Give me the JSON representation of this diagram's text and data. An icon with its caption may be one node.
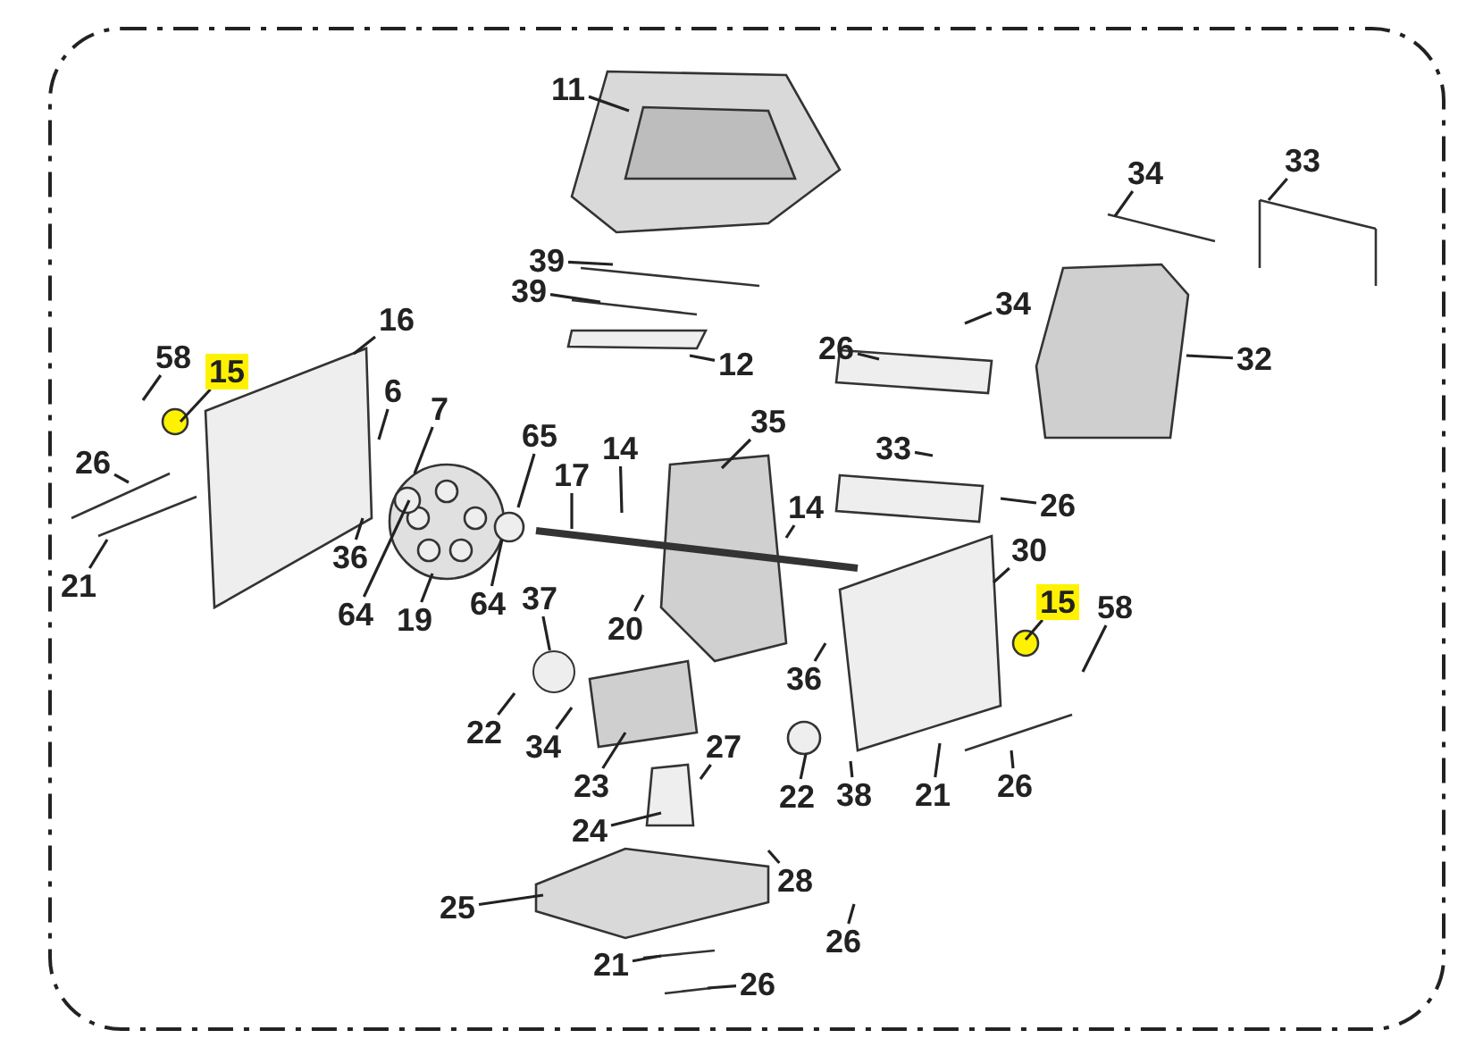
{
  "diagram": {
    "nodes": [
      {
        "text": [
          "11"
        ]
      },
      {
        "text": [
          "34"
        ]
      },
      {
        "text": [
          "33"
        ]
      },
      {
        "text": [
          "39"
        ]
      },
      {
        "text": [
          "39"
        ]
      },
      {
        "text": [
          "16"
        ]
      },
      {
        "text": [
          "58"
        ]
      },
      {
        "text": [
          "15"
        ]
      },
      {
        "text": [
          "34"
        ]
      },
      {
        "text": [
          "26"
        ]
      },
      {
        "text": [
          "32"
        ]
      },
      {
        "text": [
          "12"
        ]
      },
      {
        "text": [
          "6"
        ]
      },
      {
        "text": [
          "7"
        ]
      },
      {
        "text": [
          "35"
        ]
      },
      {
        "text": [
          "65"
        ]
      },
      {
        "text": [
          "33"
        ]
      },
      {
        "text": [
          "26"
        ]
      },
      {
        "text": [
          "14"
        ]
      },
      {
        "text": [
          "17"
        ]
      },
      {
        "text": [
          "26"
        ]
      },
      {
        "text": [
          "14"
        ]
      },
      {
        "text": [
          "36"
        ]
      },
      {
        "text": [
          "30"
        ]
      },
      {
        "text": [
          "15"
        ]
      },
      {
        "text": [
          "58"
        ]
      },
      {
        "text": [
          "21"
        ]
      },
      {
        "text": [
          "64"
        ]
      },
      {
        "text": [
          "19"
        ]
      },
      {
        "text": [
          "64"
        ]
      },
      {
        "text": [
          "37"
        ]
      },
      {
        "text": [
          "20"
        ]
      },
      {
        "text": [
          "36"
        ]
      },
      {
        "text": [
          "22"
        ]
      },
      {
        "text": [
          "34"
        ]
      },
      {
        "text": [
          "27"
        ]
      },
      {
        "text": [
          "23"
        ]
      },
      {
        "text": [
          "22"
        ]
      },
      {
        "text": [
          "38"
        ]
      },
      {
        "text": [
          "21"
        ]
      },
      {
        "text": [
          "26"
        ]
      },
      {
        "text": [
          "24"
        ]
      },
      {
        "text": [
          "28"
        ]
      },
      {
        "text": [
          "25"
        ]
      },
      {
        "text": [
          "26"
        ]
      },
      {
        "text": [
          "21"
        ]
      },
      {
        "text": [
          "26"
        ]
      },
      {
        "text": [],
        "shape": "circle"
      }
    ],
    "edges": [
      {
        "from": 0,
        "to": null,
        "arrow": "none"
      },
      {
        "from": 1,
        "to": null,
        "arrow": "none"
      },
      {
        "from": 2,
        "to": null,
        "arrow": "none"
      },
      {
        "from": 3,
        "to": null,
        "arrow": "none"
      },
      {
        "from": 4,
        "to": null,
        "arrow": "none"
      },
      {
        "from": 5,
        "to": null,
        "arrow": "none"
      },
      {
        "from": 6,
        "to": null,
        "arrow": "none"
      },
      {
        "from": 7,
        "to": null,
        "arrow": "none"
      },
      {
        "from": 8,
        "to": null,
        "arrow": "none"
      },
      {
        "from": 9,
        "to": null,
        "arrow": "none"
      },
      {
        "from": 10,
        "to": null,
        "arrow": "none"
      },
      {
        "from": 11,
        "to": null,
        "arrow": "none"
      },
      {
        "from": 12,
        "to": null,
        "arrow": "none"
      },
      {
        "from": 13,
        "to": null,
        "arrow": "none"
      },
      {
        "from": 14,
        "to": null,
        "arrow": "none"
      },
      {
        "from": 15,
        "to": null,
        "arrow": "none"
      },
      {
        "from": 16,
        "to": null,
        "arrow": "none"
      },
      {
        "from": 17,
        "to": null,
        "arrow": "none"
      },
      {
        "from": 18,
        "to": null,
        "arrow": "none"
      },
      {
        "from": 19,
        "to": null,
        "arrow": "none"
      },
      {
        "from": 20,
        "to": null,
        "arrow": "none"
      },
      {
        "from": 21,
        "to": null,
        "arrow": "none"
      },
      {
        "from": 22,
        "to": null,
        "arrow": "none"
      },
      {
        "from": 23,
        "to": null,
        "arrow": "none"
      },
      {
        "from": 24,
        "to": null,
        "arrow": "none"
      },
      {
        "from": 25,
        "to": null,
        "arrow": "none"
      },
      {
        "from": 26,
        "to": null,
        "arrow": "none"
      },
      {
        "from": 27,
        "to": null,
        "arrow": "none"
      },
      {
        "from": 28,
        "to": null,
        "arrow": "none"
      },
      {
        "from": 29,
        "to": null,
        "arrow": "none"
      },
      {
        "from": 30,
        "to": 47,
        "arrow": "none"
      },
      {
        "from": 31,
        "to": null,
        "arrow": "none"
      },
      {
        "from": 32,
        "to": null,
        "arrow": "none"
      },
      {
        "from": 33,
        "to": null,
        "arrow": "none"
      },
      {
        "from": 34,
        "to": null,
        "arrow": "none"
      },
      {
        "from": 35,
        "to": null,
        "arrow": "none"
      },
      {
        "from": 36,
        "to": null,
        "arrow": "none"
      },
      {
        "from": 37,
        "to": null,
        "arrow": "none"
      },
      {
        "from": 38,
        "to": null,
        "arrow": "none"
      },
      {
        "from": 39,
        "to": null,
        "arrow": "none"
      },
      {
        "from": 40,
        "to": null,
        "arrow": "none"
      },
      {
        "from": 41,
        "to": null,
        "arrow": "none"
      },
      {
        "from": 42,
        "to": null,
        "arrow": "none"
      },
      {
        "from": 43,
        "to": null,
        "arrow": "none"
      },
      {
        "from": 44,
        "to": null,
        "arrow": "none"
      },
      {
        "from": 45,
        "to": null,
        "arrow": "none"
      },
      {
        "from": 46,
        "to": null,
        "arrow": "none"
      }
    ]
  }
}
